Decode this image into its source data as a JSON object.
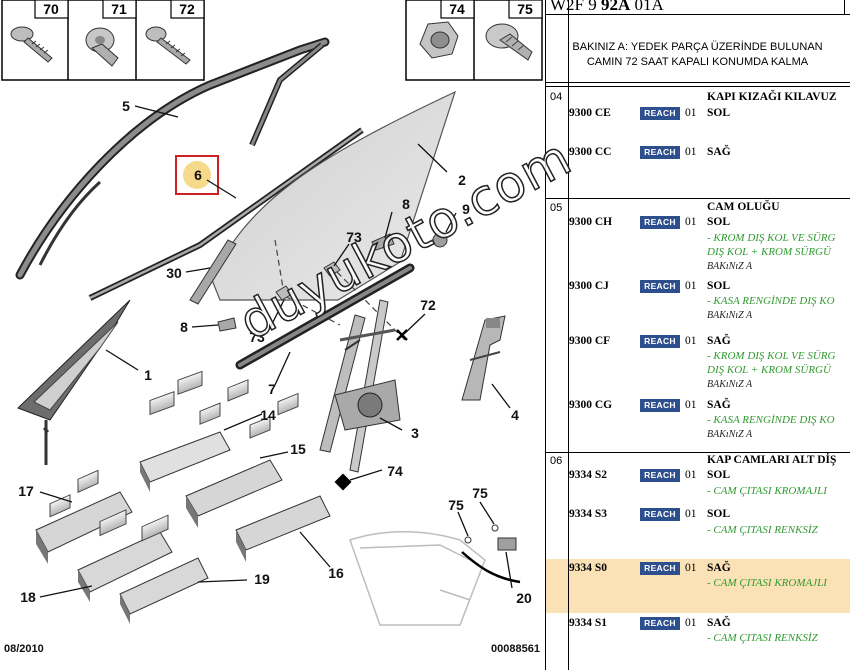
{
  "diagram": {
    "box_left_labels": [
      "70",
      "71",
      "72"
    ],
    "box_right_labels": [
      "74",
      "75"
    ],
    "callouts": {
      "c1": "1",
      "c2": "2",
      "c3": "3",
      "c4": "4",
      "c5": "5",
      "c6": "6",
      "c7": "7",
      "c8a": "8",
      "c8b": "8",
      "c9": "9",
      "c14": "14",
      "c15": "15",
      "c16": "16",
      "c17": "17",
      "c18": "18",
      "c19": "19",
      "c20": "20",
      "c30": "30",
      "c72": "72",
      "c73a": "73",
      "c73b": "73",
      "c74": "74",
      "c75a": "75",
      "c75b": "75"
    },
    "date": "08/2010",
    "drawing_ref": "00088561",
    "highlight_color": "#cc2222",
    "highlight_fill": "#f6d98a"
  },
  "watermark": "duyukoto.com",
  "panel": {
    "header_code_prefix": "W2F 9 ",
    "header_code_bold": "92A",
    "header_code_suffix": " 01A",
    "notice_line1": "BAKINIZ A: YEDEK PARÇA ÜZERİNDE BULUNAN",
    "notice_line2": "CAMIN 72 SAAT KAPALI KONUMDA KALMA",
    "reach_color": "#2e4f8e",
    "note_color": "#2f9a2f",
    "highlight_row_color": "#fbe2b6",
    "groups": [
      {
        "code": "04",
        "title": "KAPI KIZAĞI KILAVUZ"
      },
      {
        "code": "05",
        "title": "CAM OLUĞU"
      },
      {
        "code": "06",
        "title": "KAP CAMLARI ALT DİŞ"
      }
    ],
    "rows": [
      {
        "pn": "9300 CE",
        "badge": "REACH",
        "qty": "01",
        "side": "SOL"
      },
      {
        "pn": "9300 CC",
        "badge": "REACH",
        "qty": "01",
        "side": "SAĞ"
      },
      {
        "pn": "9300 CH",
        "badge": "REACH",
        "qty": "01",
        "side": "SOL",
        "note1": "- KROM DIŞ KOL VE SÜRG",
        "note2": "DIŞ KOL + KROM SÜRGÜ",
        "ref": "BAKıNıZ A"
      },
      {
        "pn": "9300 CJ",
        "badge": "REACH",
        "qty": "01",
        "side": "SOL",
        "note1": "- KASA RENGİNDE DIŞ KO",
        "ref": "BAKıNıZ A"
      },
      {
        "pn": "9300 CF",
        "badge": "REACH",
        "qty": "01",
        "side": "SAĞ",
        "note1": "- KROM DIŞ KOL VE SÜRG",
        "note2": "DIŞ KOL + KROM SÜRGÜ",
        "ref": "BAKıNıZ A"
      },
      {
        "pn": "9300 CG",
        "badge": "REACH",
        "qty": "01",
        "side": "SAĞ",
        "note1": "- KASA RENGİNDE DIŞ KO",
        "ref": "BAKıNıZ A"
      },
      {
        "pn": "9334 S2",
        "badge": "REACH",
        "qty": "01",
        "side": "SOL",
        "note1": "- CAM ÇITASI KROMAJLI"
      },
      {
        "pn": "9334 S3",
        "badge": "REACH",
        "qty": "01",
        "side": "SOL",
        "note1": "- CAM ÇITASI RENKSİZ"
      },
      {
        "pn": "9334 S0",
        "badge": "REACH",
        "qty": "01",
        "side": "SAĞ",
        "note1": "- CAM ÇITASI KROMAJLI"
      },
      {
        "pn": "9334 S1",
        "badge": "REACH",
        "qty": "01",
        "side": "SAĞ",
        "note1": "- CAM ÇITASI RENKSİZ"
      }
    ]
  }
}
